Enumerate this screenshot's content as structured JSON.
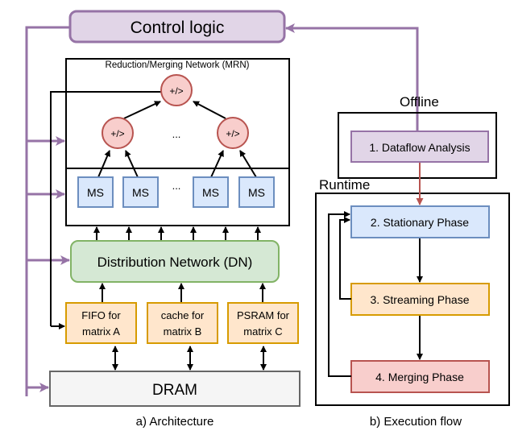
{
  "control_logic": "Control logic",
  "mrn_title": "Reduction/Merging Network (MRN)",
  "node_label": "+/>",
  "ellipsis": "...",
  "ms_label": "MS",
  "distribution_network": "Distribution Network (DN)",
  "buffers": [
    {
      "line1": "FIFO for",
      "line2": "matrix A"
    },
    {
      "line1": "cache for",
      "line2": "matrix B"
    },
    {
      "line1": "PSRAM for",
      "line2": "matrix C"
    }
  ],
  "dram": "DRAM",
  "offline": "Offline",
  "runtime": "Runtime",
  "phases": {
    "dataflow": "1. Dataflow Analysis",
    "stationary": "2. Stationary Phase",
    "streaming": "3. Streaming Phase",
    "merging": "4. Merging Phase"
  },
  "captions": {
    "architecture": "a) Architecture",
    "execution": "b) Execution flow"
  },
  "colors": {
    "purple_fill": "#e1d5e7",
    "purple_line": "#9673a6",
    "red_fill": "#f8cecc",
    "red_line": "#b85450",
    "blue_fill": "#dae8fc",
    "blue_line": "#6c8ebf",
    "green_fill": "#d5e8d4",
    "green_line": "#82b366",
    "orange_fill": "#ffe6cc",
    "orange_line": "#d79b00",
    "gray_fill": "#f5f5f5",
    "gray_line": "#666666"
  }
}
